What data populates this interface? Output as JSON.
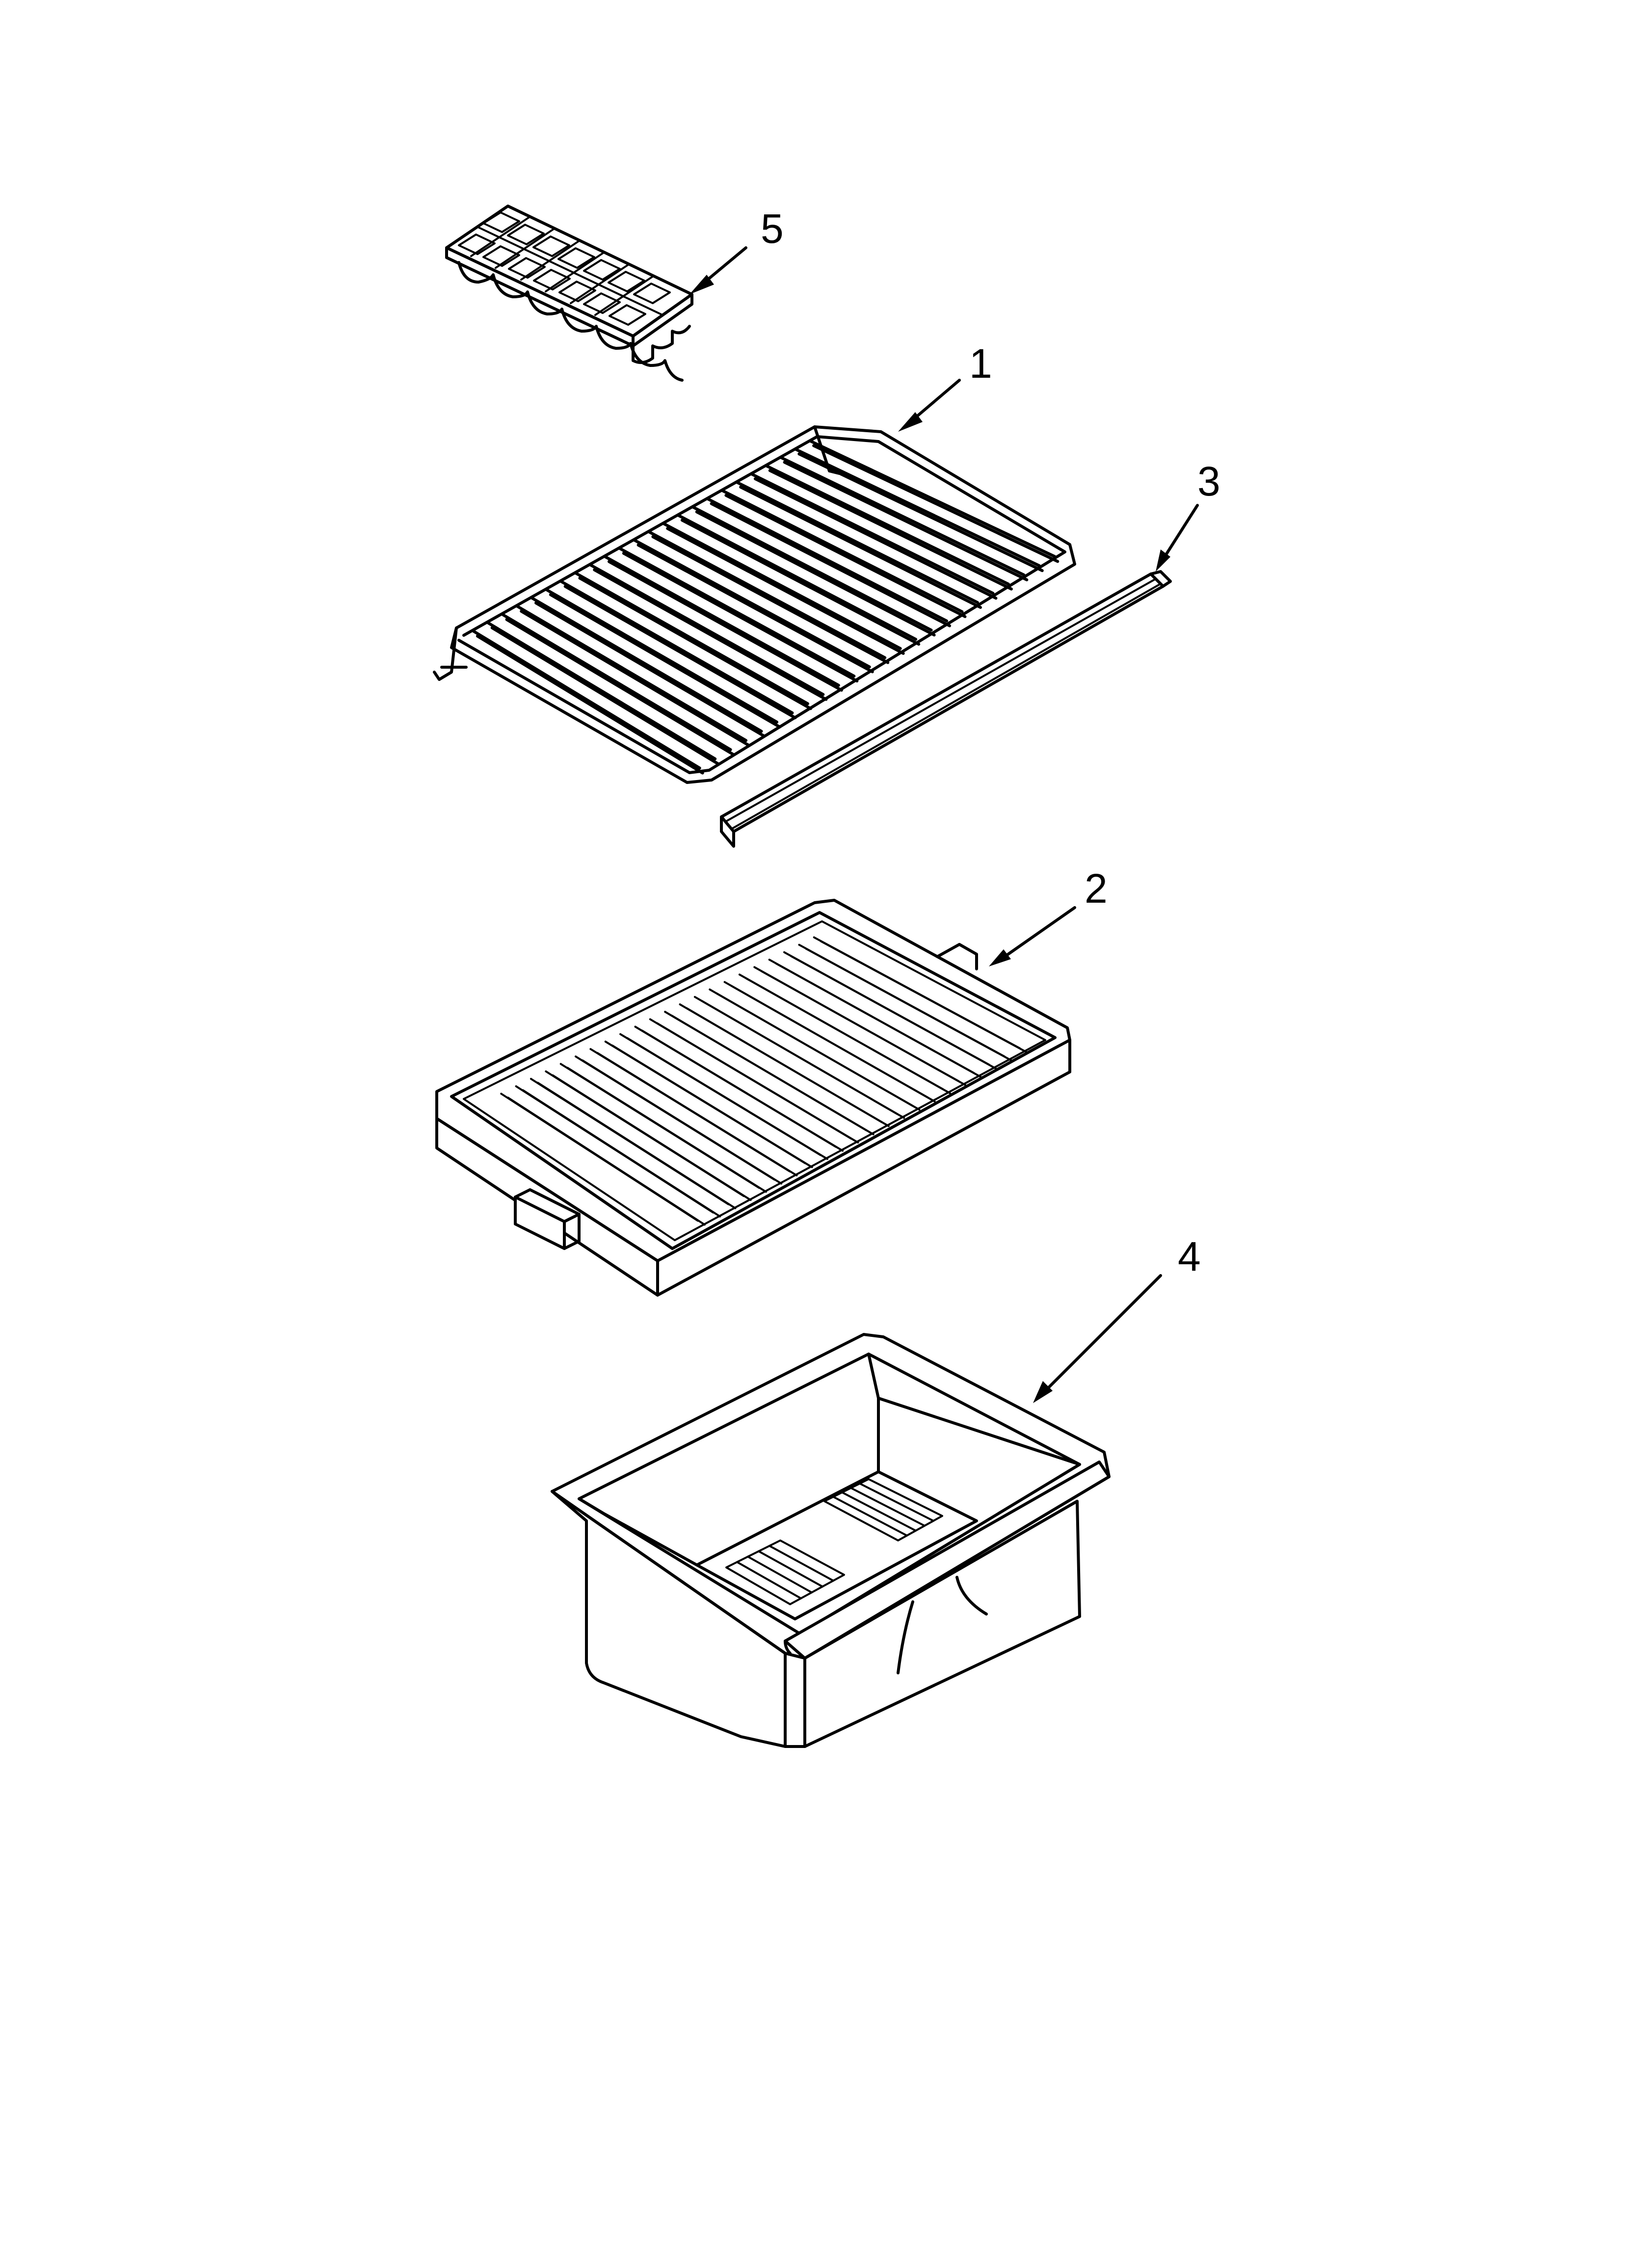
{
  "diagram": {
    "callouts": [
      {
        "id": "callout-5",
        "label": "5",
        "part": "ice-cube-tray"
      },
      {
        "id": "callout-1",
        "label": "1",
        "part": "wire-shelf"
      },
      {
        "id": "callout-3",
        "label": "3",
        "part": "shelf-trim-strip"
      },
      {
        "id": "callout-2",
        "label": "2",
        "part": "crisper-cover-shelf"
      },
      {
        "id": "callout-4",
        "label": "4",
        "part": "crisper-pan"
      }
    ]
  }
}
